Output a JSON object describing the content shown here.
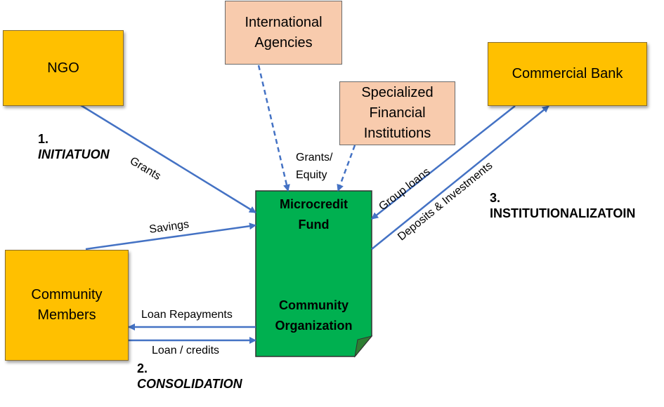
{
  "nodes": {
    "ngo": "NGO",
    "international_agencies": [
      "International",
      "Agencies"
    ],
    "specialized_institutions": [
      "Specialized",
      "Financial",
      "Institutions"
    ],
    "commercial_bank": "Commercial Bank",
    "community_members": [
      "Community",
      "Members"
    ],
    "microcredit_fund": [
      "Microcredit",
      "Fund"
    ],
    "community_organization": [
      "Community",
      "Organization"
    ]
  },
  "edges": {
    "grants": "Grants",
    "grants_equity": [
      "Grants/",
      "Equity"
    ],
    "group_loans": "Group loans",
    "deposits_investments": "Deposits & Investments",
    "savings": "Savings",
    "loan_repayments": "Loan Repayments",
    "loan_credits": "Loan / credits"
  },
  "stages": {
    "s1_number": "1.",
    "s1_name": "INITIATUON",
    "s2_number": "2.",
    "s2_name": "CONSOLIDATION",
    "s3_number": "3.",
    "s3_name": "INSTITUTIONALIZATOIN"
  },
  "colors": {
    "stakeholder_box": "#FFC000",
    "external_box": "#F8CBAD",
    "fund_box": "#00B050",
    "arrow": "#4472C4"
  }
}
